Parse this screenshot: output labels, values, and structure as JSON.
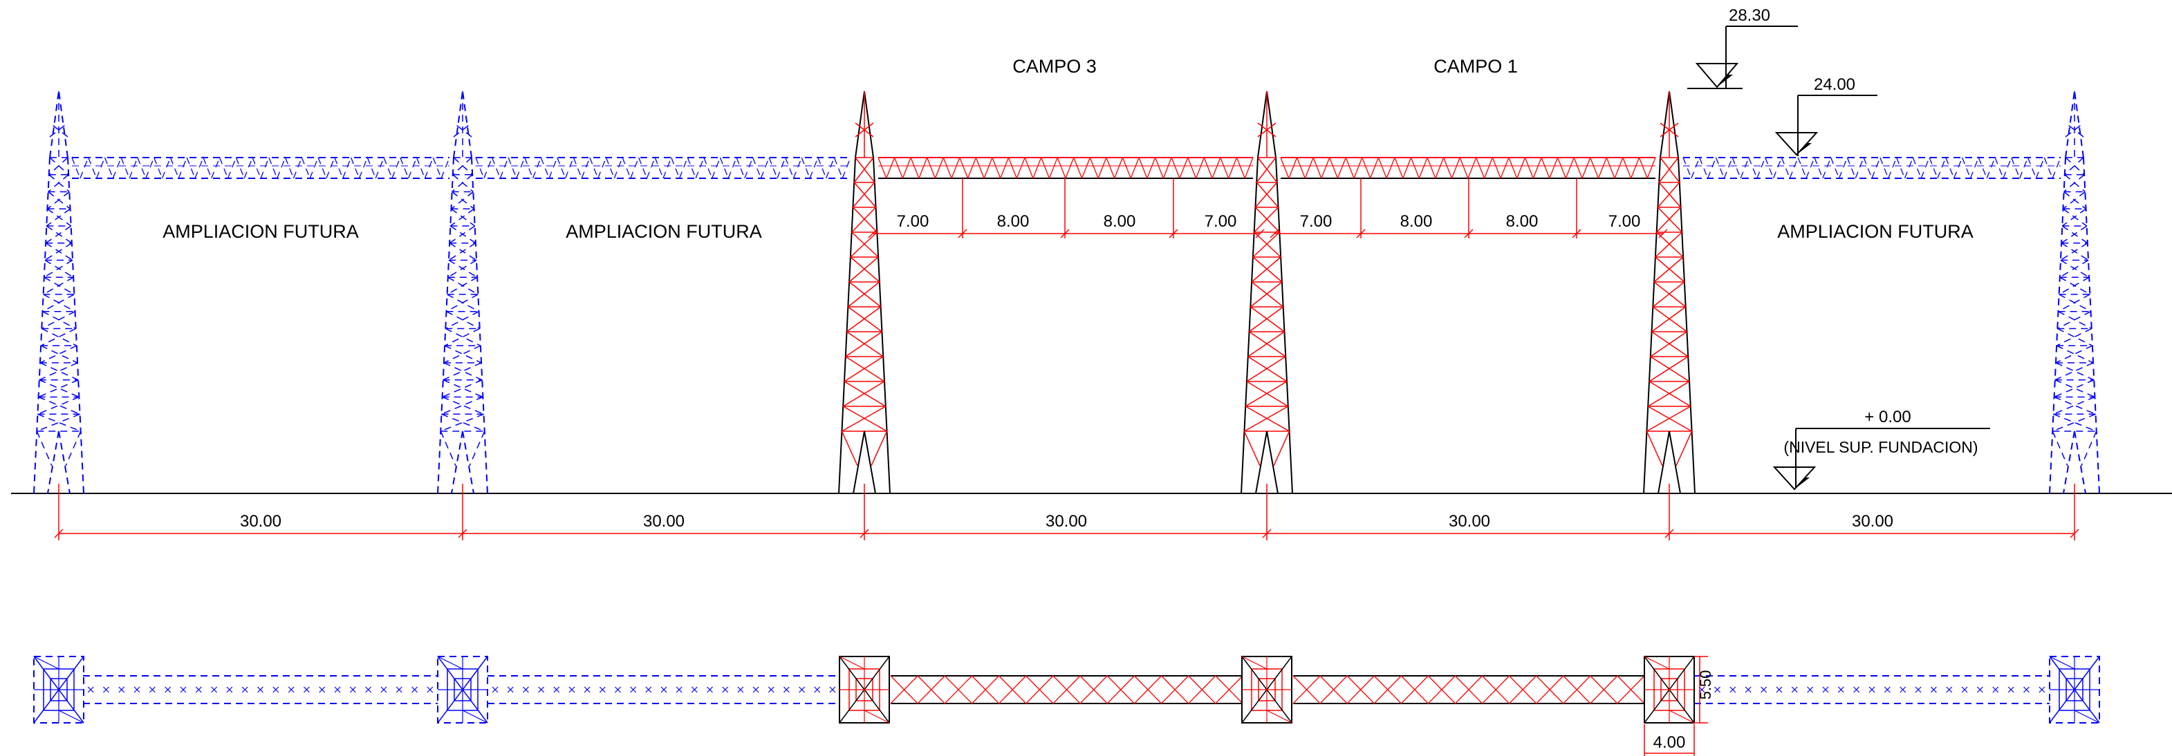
{
  "colors": {
    "existing": "#ff0000",
    "future": "#0000ff",
    "outline": "#000000",
    "background": "#ffffff"
  },
  "labels": {
    "campo_left": "CAMPO 3",
    "campo_right": "CAMPO 1",
    "future_1": "AMPLIACION FUTURA",
    "future_2": "AMPLIACION FUTURA",
    "future_3": "AMPLIACION FUTURA"
  },
  "levels": {
    "tower_top": "28.30",
    "beam_level": "24.00",
    "ground": "+ 0.00",
    "ground_note": "(NIVEL SUP. FUNDACION)"
  },
  "beam_segments_left": [
    "7.00",
    "8.00",
    "8.00",
    "7.00"
  ],
  "beam_segments_right": [
    "7.00",
    "8.00",
    "8.00",
    "7.00"
  ],
  "spans": [
    "30.00",
    "30.00",
    "30.00",
    "30.00",
    "30.00"
  ],
  "plan_dims": {
    "depth": "5.50",
    "width": "4.00"
  }
}
